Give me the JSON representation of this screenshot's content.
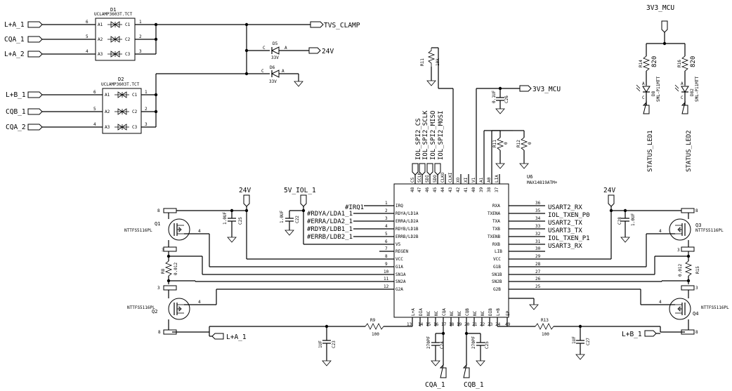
{
  "nets": {
    "tvs_clamp": "TVS_CLAMP",
    "v24": "24V",
    "v33_mcu": "3V3_MCU",
    "v5_iol_1": "5V_IOL_1",
    "lpa_1": "L+A_1",
    "cqa_1": "CQA_1",
    "lpa_2": "L+A_2",
    "lpb_1": "L+B_1",
    "cqb_1": "CQB_1",
    "cqa_2": "CQA_2",
    "cqb_1_bottom": "CQB_1",
    "status_led1": "STATUS_LED1",
    "status_led2": "STATUS_LED2"
  },
  "left_connectors": [
    {
      "net": "L+A_1",
      "pin": "6",
      "in": "A1",
      "out": "C1",
      "outpin": "1"
    },
    {
      "net": "CQA_1",
      "pin": "5",
      "in": "A2",
      "out": "C2",
      "outpin": "2"
    },
    {
      "net": "L+A_2",
      "pin": "4",
      "in": "A3",
      "out": "C3",
      "outpin": "3"
    },
    {
      "net": "L+B_1",
      "pin": "6",
      "in": "A1",
      "out": "C1",
      "outpin": "1"
    },
    {
      "net": "CQB_1",
      "pin": "5",
      "in": "A2",
      "out": "C2",
      "outpin": "2"
    },
    {
      "net": "CQA_2",
      "pin": "4",
      "in": "A3",
      "out": "C3",
      "outpin": "3"
    }
  ],
  "components": {
    "d1": {
      "ref": "D1",
      "part": "UCLAMP3603T.TCT"
    },
    "d2": {
      "ref": "D2",
      "part": "UCLAMP3603T.TCT"
    },
    "d5": {
      "ref": "D5",
      "value": "33V"
    },
    "d6": {
      "ref": "D6",
      "value": "33V"
    },
    "r11": {
      "ref": "R11",
      "value": "10k"
    },
    "c26": {
      "ref": "C26",
      "value": "0.1UF"
    },
    "r11b": {
      "ref": "R11",
      "value": "0"
    },
    "r12": {
      "ref": "R12",
      "value": "0"
    },
    "r14": {
      "ref": "R14",
      "value": "820"
    },
    "r16": {
      "ref": "R16",
      "value": "820"
    },
    "d8": {
      "ref": "D8",
      "part": "SML-P11MTT"
    },
    "d82": {
      "ref": "D82",
      "part": "SML-P11MTT"
    },
    "u6": {
      "ref": "U6",
      "part": "MAX14819ATM+"
    },
    "q1": {
      "ref": "Q1",
      "part": "NTTFS5116PL"
    },
    "q2": {
      "ref": "Q2",
      "part": "NTTFS5116PL"
    },
    "q3": {
      "ref": "Q3",
      "part": "NTTFS5116PL"
    },
    "q4": {
      "ref": "Q4",
      "part": "NTTFS5116PL"
    },
    "c25": {
      "ref": "C25",
      "value": "1.0UF"
    },
    "c22": {
      "ref": "C22",
      "value": "1.0UF"
    },
    "c28": {
      "ref": "C28",
      "value": "1.0UF"
    },
    "r8": {
      "ref": "R8",
      "value": "0.012"
    },
    "r15": {
      "ref": "R15",
      "value": "0.012"
    },
    "r9": {
      "ref": "R9",
      "value": "100"
    },
    "r13": {
      "ref": "R13",
      "value": "100"
    },
    "c23": {
      "ref": "C23",
      "value": "1UF"
    },
    "c24": {
      "ref": "C24",
      "value": "270PF"
    },
    "c25b": {
      "ref": "C25",
      "value": "270PF"
    },
    "c27": {
      "ref": "C27",
      "value": "1UF"
    }
  },
  "ic_top_pins": [
    {
      "num": "48",
      "name": "CS"
    },
    {
      "num": "47",
      "name": "SCLK"
    },
    {
      "num": "46",
      "name": "SDI"
    },
    {
      "num": "45",
      "name": "SDO"
    },
    {
      "num": "44",
      "name": "CLKO"
    },
    {
      "num": "43",
      "name": "CLKI"
    },
    {
      "num": "42",
      "name": "XO"
    },
    {
      "num": "41",
      "name": "XI"
    },
    {
      "num": "40",
      "name": "V1"
    },
    {
      "num": "39",
      "name": "A1"
    },
    {
      "num": "38",
      "name": "A0"
    },
    {
      "num": "37",
      "name": "LIA"
    }
  ],
  "spi_labels": [
    "IOL_SPI2_CS",
    "IOL_SPI2_SCLK",
    "IOL_SPI2_MISO",
    "IOL_SPI2_MOSI"
  ],
  "ic_left_pins": [
    {
      "num": "1",
      "name": "IRQ",
      "net": "#IRQ1"
    },
    {
      "num": "2",
      "name": "RDYA/LD1A",
      "net": "#RDYA/LDA1_1"
    },
    {
      "num": "3",
      "name": "ERRA/LD2A",
      "net": "#ERRA/LDA2_1"
    },
    {
      "num": "4",
      "name": "RDYB/LD1B",
      "net": "#RDYB/LDB1_1"
    },
    {
      "num": "5",
      "name": "ERRB/LD2B",
      "net": "#ERRB/LDB2_1"
    },
    {
      "num": "6",
      "name": "V5",
      "net": ""
    },
    {
      "num": "7",
      "name": "REGEN",
      "net": ""
    },
    {
      "num": "8",
      "name": "VCC",
      "net": ""
    },
    {
      "num": "9",
      "name": "G1A",
      "net": ""
    },
    {
      "num": "10",
      "name": "SN1A",
      "net": ""
    },
    {
      "num": "11",
      "name": "SN2A",
      "net": ""
    },
    {
      "num": "12",
      "name": "G2A",
      "net": ""
    }
  ],
  "ic_right_pins": [
    {
      "num": "36",
      "name": "RXA",
      "net": "USART2_RX"
    },
    {
      "num": "35",
      "name": "TXENA",
      "net": "IOL_TXEN_P0"
    },
    {
      "num": "34",
      "name": "TXA",
      "net": "USART2_TX"
    },
    {
      "num": "33",
      "name": "TXB",
      "net": "USART3_TX"
    },
    {
      "num": "32",
      "name": "TXENB",
      "net": "IOL_TXEN_P1"
    },
    {
      "num": "31",
      "name": "RXB",
      "net": "USART3_RX"
    },
    {
      "num": "30",
      "name": "LIB",
      "net": ""
    },
    {
      "num": "29",
      "name": "VCC",
      "net": ""
    },
    {
      "num": "28",
      "name": "G1B",
      "net": ""
    },
    {
      "num": "27",
      "name": "SN1B",
      "net": ""
    },
    {
      "num": "26",
      "name": "SN2B",
      "net": ""
    },
    {
      "num": "25",
      "name": "G2B",
      "net": ""
    }
  ],
  "ic_bottom_pins": [
    {
      "num": "13",
      "name": "L+A"
    },
    {
      "num": "14",
      "name": "DIA"
    },
    {
      "num": "15",
      "name": "NC"
    },
    {
      "num": "16",
      "name": "NC"
    },
    {
      "num": "17",
      "name": "CQA"
    },
    {
      "num": "18",
      "name": "NC"
    },
    {
      "num": "19",
      "name": "NC"
    },
    {
      "num": "20",
      "name": "CQB"
    },
    {
      "num": "21",
      "name": "NC"
    },
    {
      "num": "22",
      "name": "NC"
    },
    {
      "num": "23",
      "name": "DIB"
    },
    {
      "num": "24",
      "name": "L+B"
    },
    {
      "num": "49",
      "name": "EP"
    }
  ],
  "diode_pin_letters": {
    "c": "C",
    "a": "A"
  }
}
